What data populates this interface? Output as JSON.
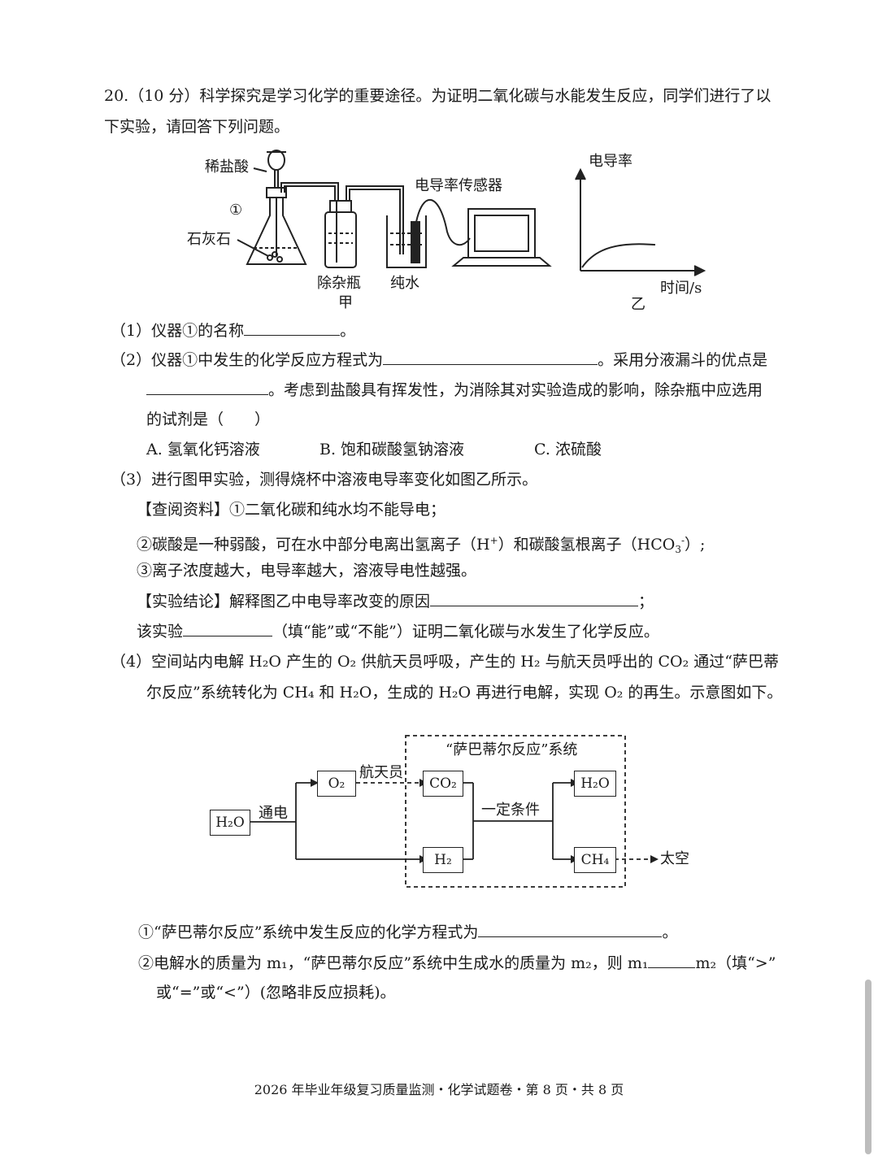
{
  "question": {
    "intro_line1": "20.（10 分）科学探究是学习化学的重要途径。为证明二氧化碳与水能发生反应，同学们进行了以",
    "intro_line2": "下实验，请回答下列问题。"
  },
  "figure_a": {
    "label_hcl": "稀盐酸",
    "label_circle1": "①",
    "label_limestone": "石灰石",
    "label_sensor": "电导率传感器",
    "label_purify_bottle": "除杂瓶",
    "label_pure_water": "纯水",
    "caption": "甲"
  },
  "figure_b": {
    "ylabel": "电导率",
    "xlabel": "时间/s",
    "caption": "乙"
  },
  "part1": {
    "text": "（1）仪器①的名称",
    "end": "。"
  },
  "part2": {
    "line1_a": "（2）仪器①中发生的化学反应方程式为",
    "line1_b": "。采用分液漏斗的优点是",
    "line2": "。考虑到盐酸具有挥发性，为消除其对实验造成的影响，除杂瓶中应选用",
    "line3": "的试剂是（　　）",
    "option_a": "A.  氢氧化钙溶液",
    "option_b": "B.  饱和碳酸氢钠溶液",
    "option_c": "C.  浓硫酸"
  },
  "part3": {
    "line1": "（3）进行图甲实验，测得烧杯中溶液电导率变化如图乙所示。",
    "ref1": "【查阅资料】①二氧化碳和纯水均不能导电；",
    "ref2_a": "②碳酸是一种弱酸，可在水中部分电离出氢离子（H",
    "ref2_sup": "+",
    "ref2_b": "）和碳酸氢根离子（HCO",
    "ref2_sub": "3",
    "ref2_sup2": "-",
    "ref2_c": "）;",
    "ref3": "③离子浓度越大，电导率越大，溶液导电性越强。",
    "conclusion": "【实验结论】解释图乙中电导率改变的原因",
    "conclusion_end": "；",
    "exp_a": "该实验",
    "exp_b": "（填“能”或“不能”）证明二氧化碳与水发生了化学反应。"
  },
  "part4": {
    "line1": "（4）空间站内电解 H₂O 产生的 O₂ 供航天员呼吸，产生的 H₂ 与航天员呼出的 CO₂ 通过“萨巴蒂",
    "line2": "尔反应”系统转化为 CH₄ 和 H₂O，生成的 H₂O 再进行电解，实现 O₂ 的再生。示意图如下。",
    "q1_a": "①“萨巴蒂尔反应”系统中发生反应的化学方程式为",
    "q1_end": "。",
    "q2_a": "②电解水的质量为 m₁，“萨巴蒂尔反应”系统中生成水的质量为 m₂，则 m₁",
    "q2_b": "m₂（填“>”",
    "q2_line2": "或“=”或“<”）(忽略非反应损耗)。"
  },
  "flow": {
    "h2o_left": "H₂O",
    "electrify": "通电",
    "o2": "O₂",
    "astronaut": "航天员",
    "system_title": "“萨巴蒂尔反应”系统",
    "co2": "CO₂",
    "h2": "H₂",
    "condition": "一定条件",
    "h2o_right": "H₂O",
    "ch4": "CH₄",
    "space": "太空"
  },
  "footer": "2026 年毕业年级复习质量监测・化学试题卷・第 8 页・共 8 页"
}
